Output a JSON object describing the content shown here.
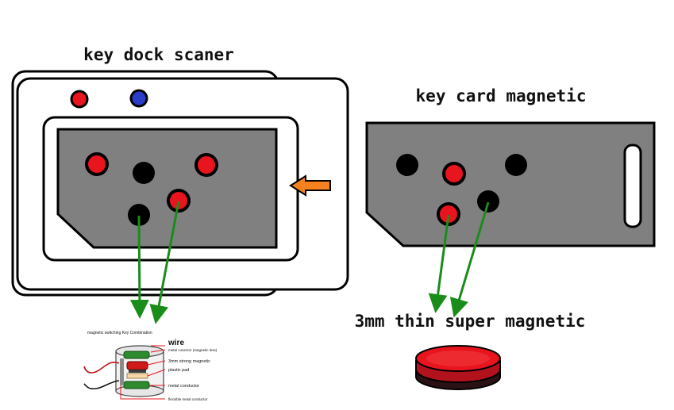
{
  "labels": {
    "scanner_title": "key dock scaner",
    "card_title": "key card magnetic",
    "magnet_caption": "3mm thin super magnetic"
  },
  "inset": {
    "title": "magnetic switching Key Combination",
    "wire": "wire",
    "metal_conector": "metal conector (magnetic less)",
    "strong_magnetic": "3mm strong magnetic",
    "plastic_pad": "plastic pad",
    "metal_conductor": "metal conductor",
    "flexible_conductor": "flecsible metal conductor"
  },
  "colors": {
    "dot_red": "#e8141e",
    "dot_blue": "#2a3cc8",
    "dot_black": "#000000",
    "panel_gray": "#808080",
    "arrow_orange": "#f5821f",
    "pointer_green": "#1a8c1a"
  },
  "icons": {
    "insert_arrow": "left-arrow-icon"
  }
}
